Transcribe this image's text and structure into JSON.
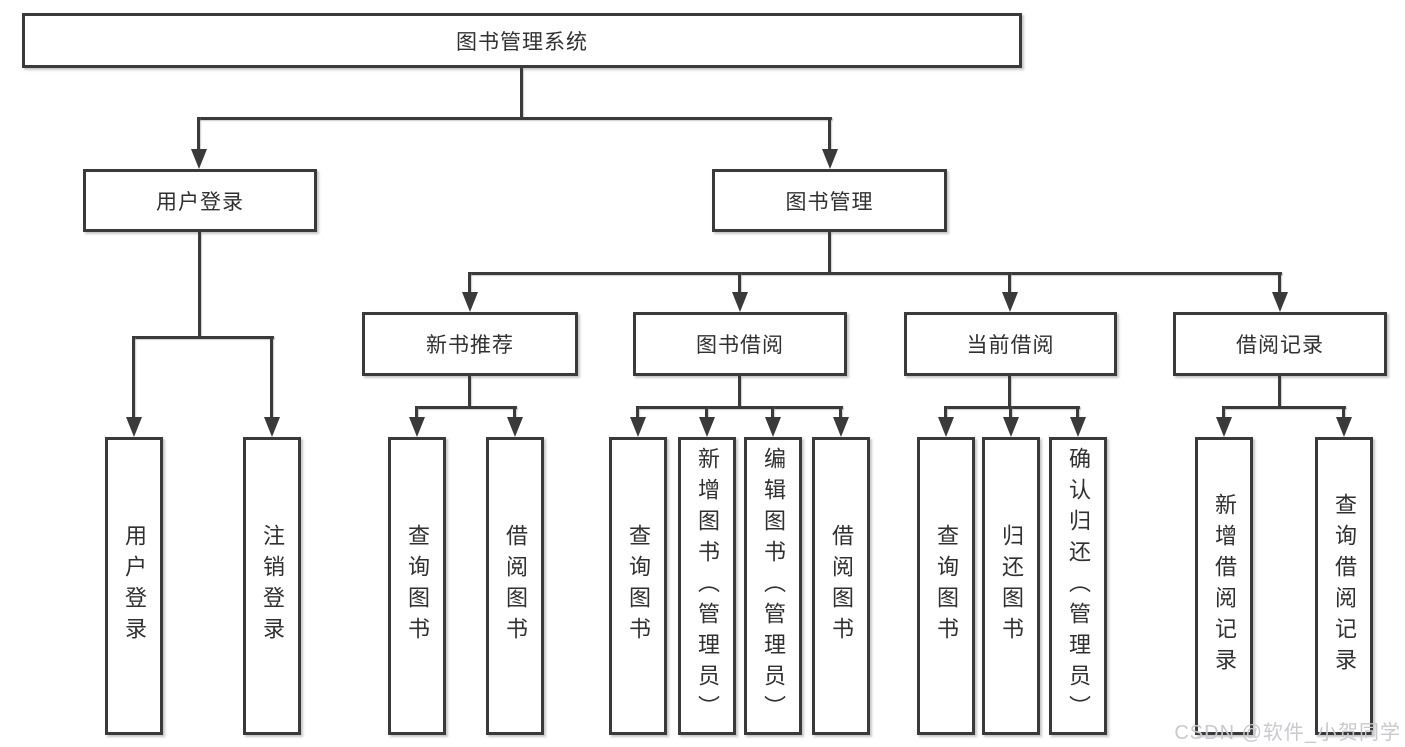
{
  "diagram": {
    "type": "hierarchy",
    "root": {
      "label": "图书管理系统"
    },
    "level1": [
      {
        "label": "用户登录",
        "parent": "图书管理系统"
      },
      {
        "label": "图书管理",
        "parent": "图书管理系统"
      }
    ],
    "level2": [
      {
        "label": "新书推荐",
        "parent": "图书管理"
      },
      {
        "label": "图书借阅",
        "parent": "图书管理"
      },
      {
        "label": "当前借阅",
        "parent": "图书管理"
      },
      {
        "label": "借阅记录",
        "parent": "图书管理"
      }
    ],
    "leaves": [
      {
        "label": "用户登录",
        "parent": "用户登录"
      },
      {
        "label": "注销登录",
        "parent": "用户登录"
      },
      {
        "label": "查询图书",
        "parent": "新书推荐"
      },
      {
        "label": "借阅图书",
        "parent": "新书推荐"
      },
      {
        "label": "查询图书",
        "parent": "图书借阅"
      },
      {
        "label": "新增图书（管理员）",
        "parent": "图书借阅"
      },
      {
        "label": "编辑图书（管理员）",
        "parent": "图书借阅"
      },
      {
        "label": "借阅图书",
        "parent": "图书借阅"
      },
      {
        "label": "查询图书",
        "parent": "当前借阅"
      },
      {
        "label": "归还图书",
        "parent": "当前借阅"
      },
      {
        "label": "确认归还（管理员）",
        "parent": "当前借阅"
      },
      {
        "label": "新增借阅记录",
        "parent": "借阅记录"
      },
      {
        "label": "查询借阅记录",
        "parent": "借阅记录"
      }
    ]
  },
  "watermark": {
    "text": "CSDN @软件_小贺同学"
  },
  "colors": {
    "line": "#3a3a3a",
    "text": "#303030",
    "box_background": "#ffffff",
    "page_background": "#ffffff",
    "watermark": "#c9c9cf"
  }
}
